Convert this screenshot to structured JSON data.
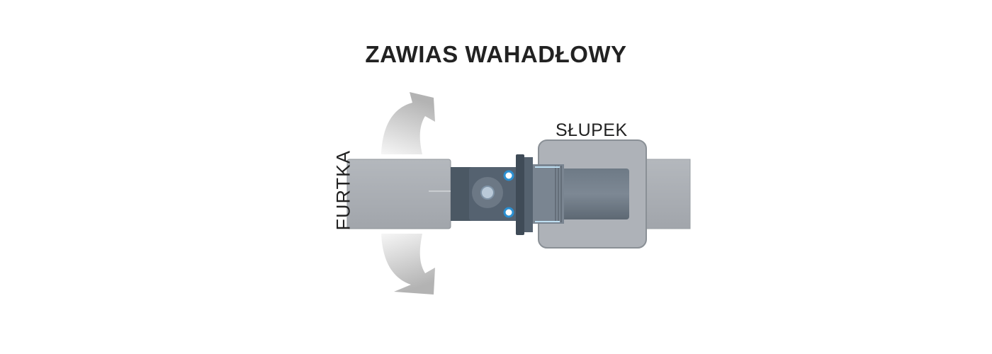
{
  "title": "ZAWIAS WAHADŁOWY",
  "labels": {
    "post": "SŁUPEK",
    "gate": "FURTKA"
  },
  "colors": {
    "tube": "#a9adb3",
    "tube_edge": "#8f949a",
    "hinge_dark": "#4a5663",
    "hinge_mid": "#5f6c78",
    "screw": "#2b8fd1",
    "arrow_light": "#eeeeee",
    "arrow_dark": "#b8b8b8"
  },
  "icons": [
    "swing-arrow-up-icon",
    "swing-arrow-down-icon",
    "screw-icon"
  ]
}
